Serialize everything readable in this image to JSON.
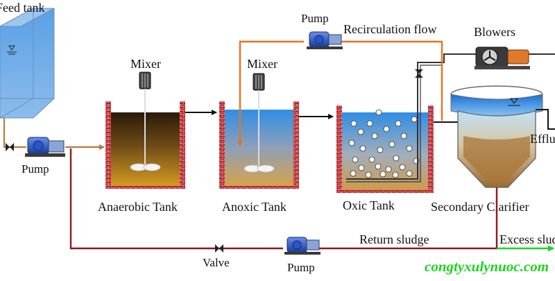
{
  "diagram": {
    "labels": {
      "feed_tank": "Feed tank",
      "pump_feed": "Pump",
      "mixer_1": "Mixer",
      "mixer_2": "Mixer",
      "pump_recirc": "Pump",
      "recirculation_flow": "Recirculation  flow",
      "blowers": "Blowers",
      "anaerobic_tank": "Anaerobic Tank",
      "anoxic_tank": "Anoxic Tank",
      "oxic_tank": "Oxic  Tank",
      "secondary_clarifier": "Secondary Clarifier",
      "effluent": "Effluent",
      "return_sludge": "Return sludge",
      "valve": "Valve",
      "pump_return": "Pump",
      "excess_sludge": "Excess sludge"
    },
    "watermark": "congtyxulynuoc.com"
  }
}
